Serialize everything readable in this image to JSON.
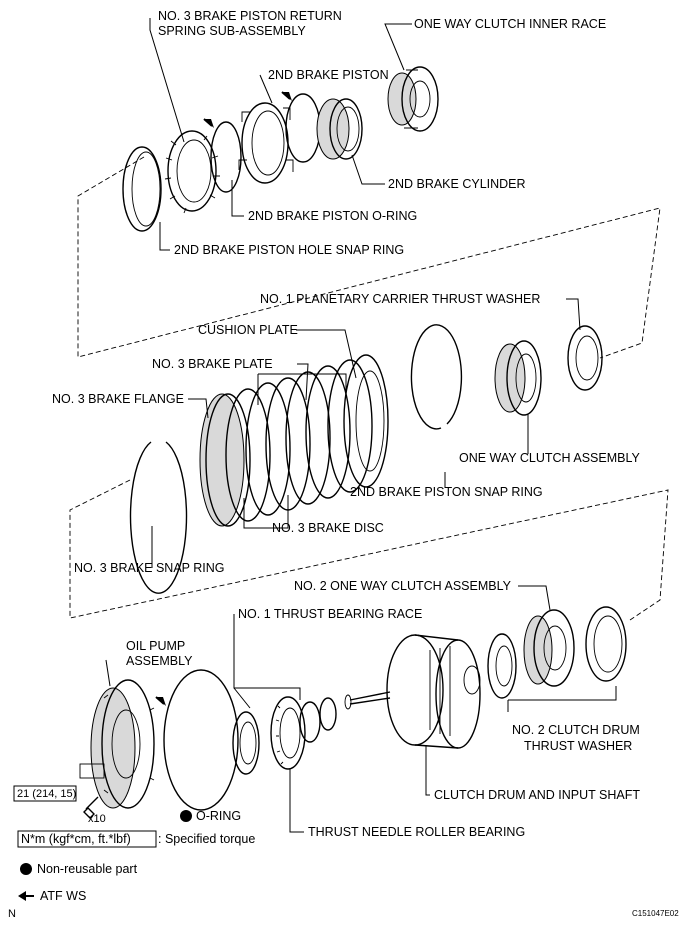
{
  "labels": {
    "return_spring": [
      "NO. 3 BRAKE PISTON RETURN",
      "SPRING SUB-ASSEMBLY"
    ],
    "inner_race": "ONE WAY CLUTCH INNER RACE",
    "brake_piston": "2ND BRAKE PISTON",
    "brake_cylinder": "2ND BRAKE CYLINDER",
    "piston_oring": "2ND BRAKE PISTON O-RING",
    "hole_snap_ring": "2ND BRAKE PISTON HOLE SNAP RING",
    "carrier_washer": "NO. 1 PLANETARY CARRIER THRUST WASHER",
    "cushion_plate": "CUSHION PLATE",
    "brake_plate": "NO. 3 BRAKE PLATE",
    "brake_flange": "NO. 3 BRAKE FLANGE",
    "owc_assembly": "ONE WAY CLUTCH ASSEMBLY",
    "piston_snap_ring": "2ND BRAKE PISTON SNAP RING",
    "brake_disc": "NO. 3 BRAKE DISC",
    "brake_snap_ring": "NO. 3 BRAKE SNAP RING",
    "owc2": "NO. 2 ONE WAY CLUTCH ASSEMBLY",
    "bearing_race": "NO. 1 THRUST BEARING RACE",
    "oil_pump": [
      "OIL PUMP",
      "ASSEMBLY"
    ],
    "drum_washer": [
      "NO. 2  CLUTCH DRUM",
      "THRUST WASHER"
    ],
    "oring": "O-RING",
    "clutch_drum": "CLUTCH DRUM AND INPUT SHAFT",
    "needle_bearing": "THRUST NEEDLE ROLLER BEARING",
    "bolt_qty": "x10"
  },
  "torque": {
    "value": "21 (214, 15)"
  },
  "legend": {
    "torque_units": "N*m (kgf*cm, ft.*lbf)",
    "torque_text": ": Specified torque",
    "nonreusable": "Non-reusable part",
    "atf": "ATF WS"
  },
  "footer": {
    "orientation": "N",
    "figure_id": "C151047E02"
  }
}
